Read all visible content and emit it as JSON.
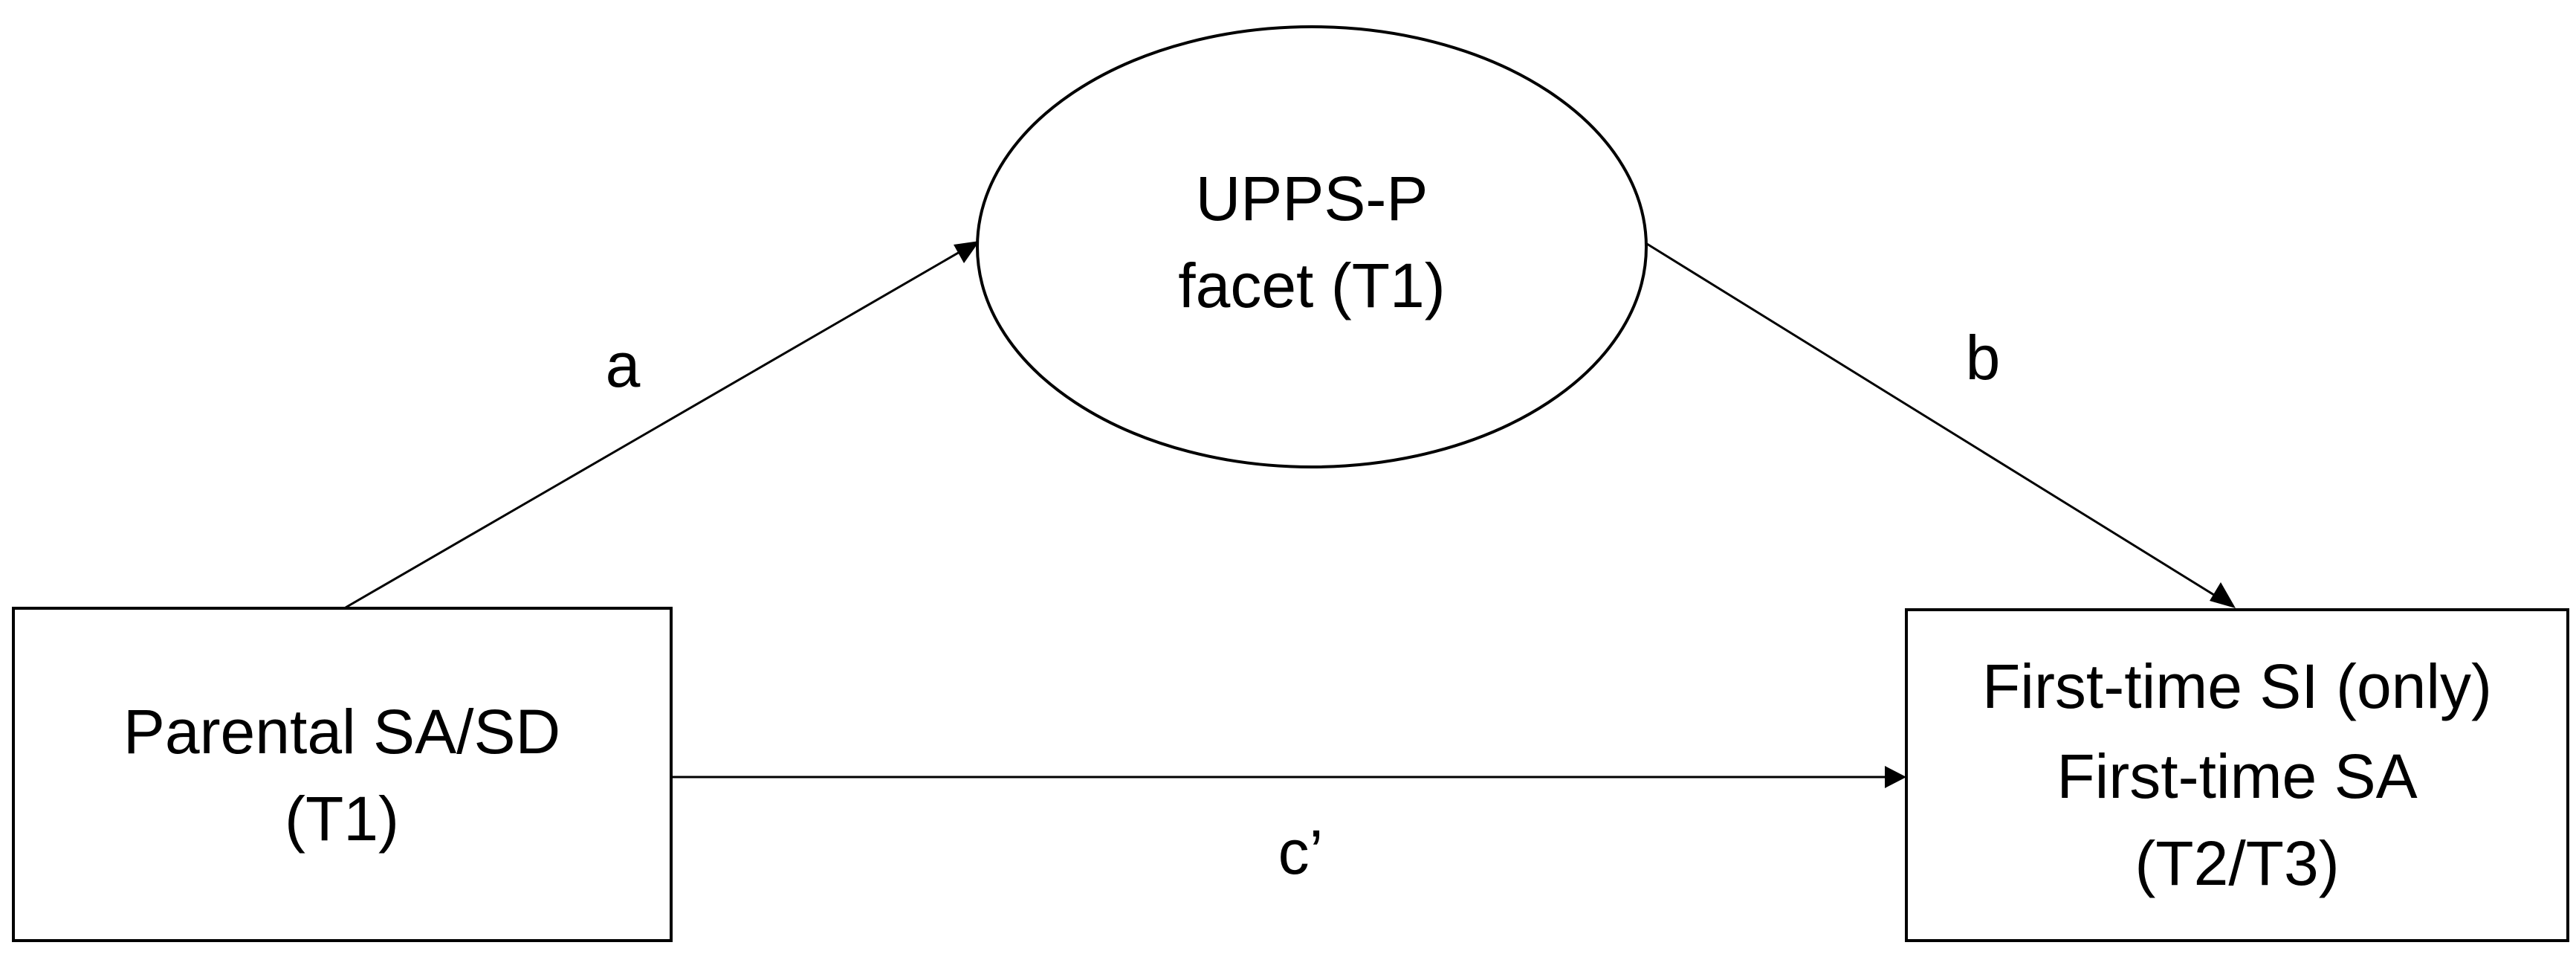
{
  "diagram": {
    "mediator": {
      "line1": "UPPS-P",
      "line2": "facet (T1)"
    },
    "predictor": {
      "line1": "Parental SA/SD",
      "line2": "(T1)"
    },
    "outcome": {
      "line1": "First-time SI (only)",
      "line2": "First-time SA",
      "line3": "(T2/T3)"
    },
    "paths": {
      "a": "a",
      "b": "b",
      "c_prime": "c’"
    },
    "colors": {
      "stroke": "#000000",
      "background": "#ffffff"
    }
  }
}
